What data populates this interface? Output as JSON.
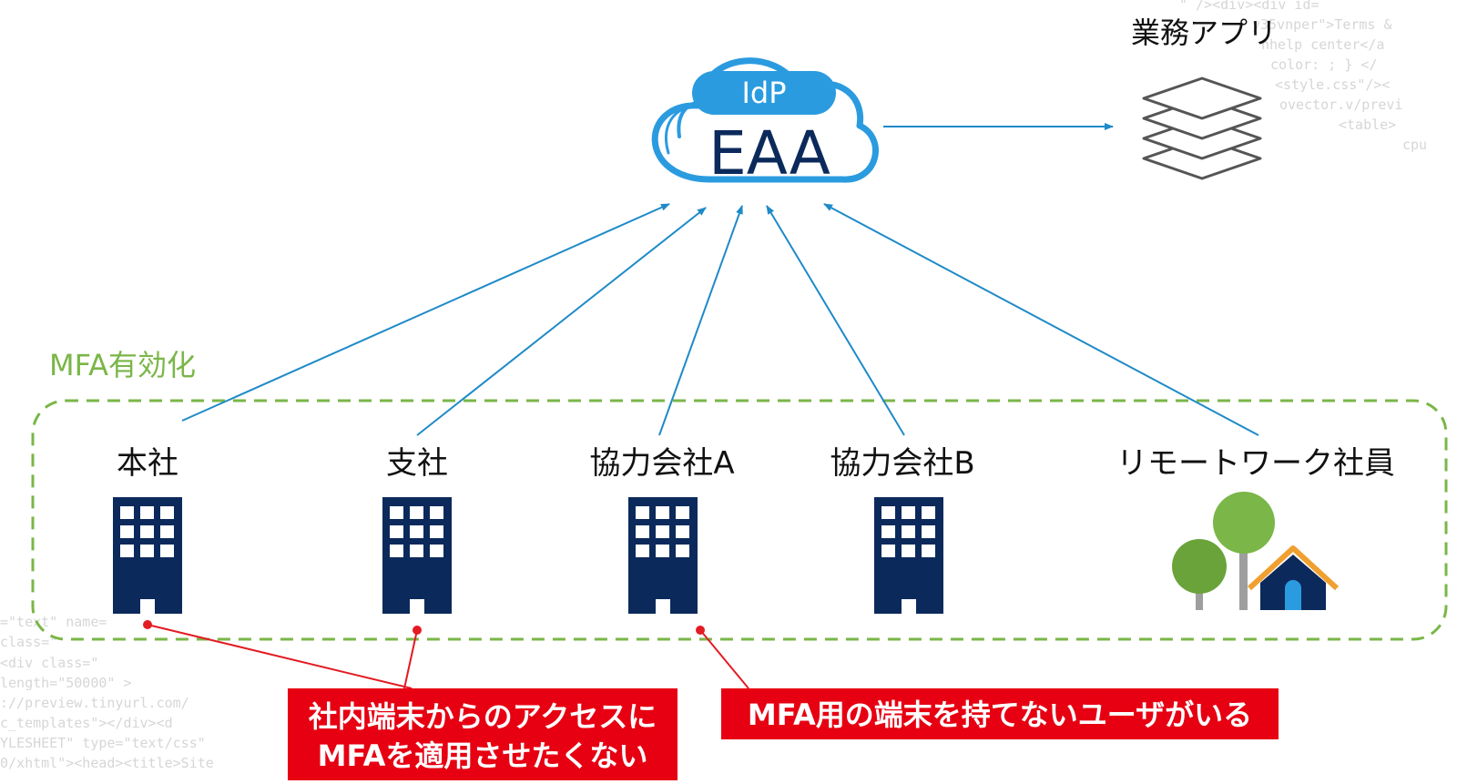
{
  "idp": {
    "badge": "IdP",
    "name": "EAA"
  },
  "app": {
    "label": "業務アプリ",
    "icon": "stacked-layers-icon"
  },
  "mfa_zone": {
    "label": "MFA有効化"
  },
  "sites": [
    {
      "label": "本社",
      "icon": "office-building-icon"
    },
    {
      "label": "支社",
      "icon": "office-building-icon"
    },
    {
      "label": "協力会社A",
      "icon": "office-building-icon"
    },
    {
      "label": "協力会社B",
      "icon": "office-building-icon"
    },
    {
      "label": "リモートワーク社員",
      "icon": "home-with-trees-icon"
    }
  ],
  "callouts": [
    {
      "lines": [
        "社内端末からのアクセスに",
        "MFAを適用させたくない"
      ]
    },
    {
      "lines": [
        "MFA用の端末を持てないユーザがいる"
      ]
    }
  ],
  "background_code": [
    "\" /><div><div id=",
    "y35vnper\">Terms &",
    "nhelp center</a",
    "color: ; } </",
    "<style.css\"/><",
    "ovector.v/previ",
    "<table>",
    "cpu",
    "=\"text\" name=",
    "class=\"",
    "<div class=\"  ",
    "length=\"50000\" >",
    "://preview.tinyurl.com/ ",
    "c_templates\"></div><d",
    "YLESHEET\" type=\"text/css\"",
    "0/xhtml\"><head><title>Site "
  ],
  "colors": {
    "navy": "#0b2a5b",
    "arrow_blue": "#1e8ac8",
    "cloud_blue": "#2b9be0",
    "mfa_green": "#7ab648",
    "callout_red": "#e60012",
    "connector_red": "#e31b23",
    "icon_gray": "#555555"
  }
}
